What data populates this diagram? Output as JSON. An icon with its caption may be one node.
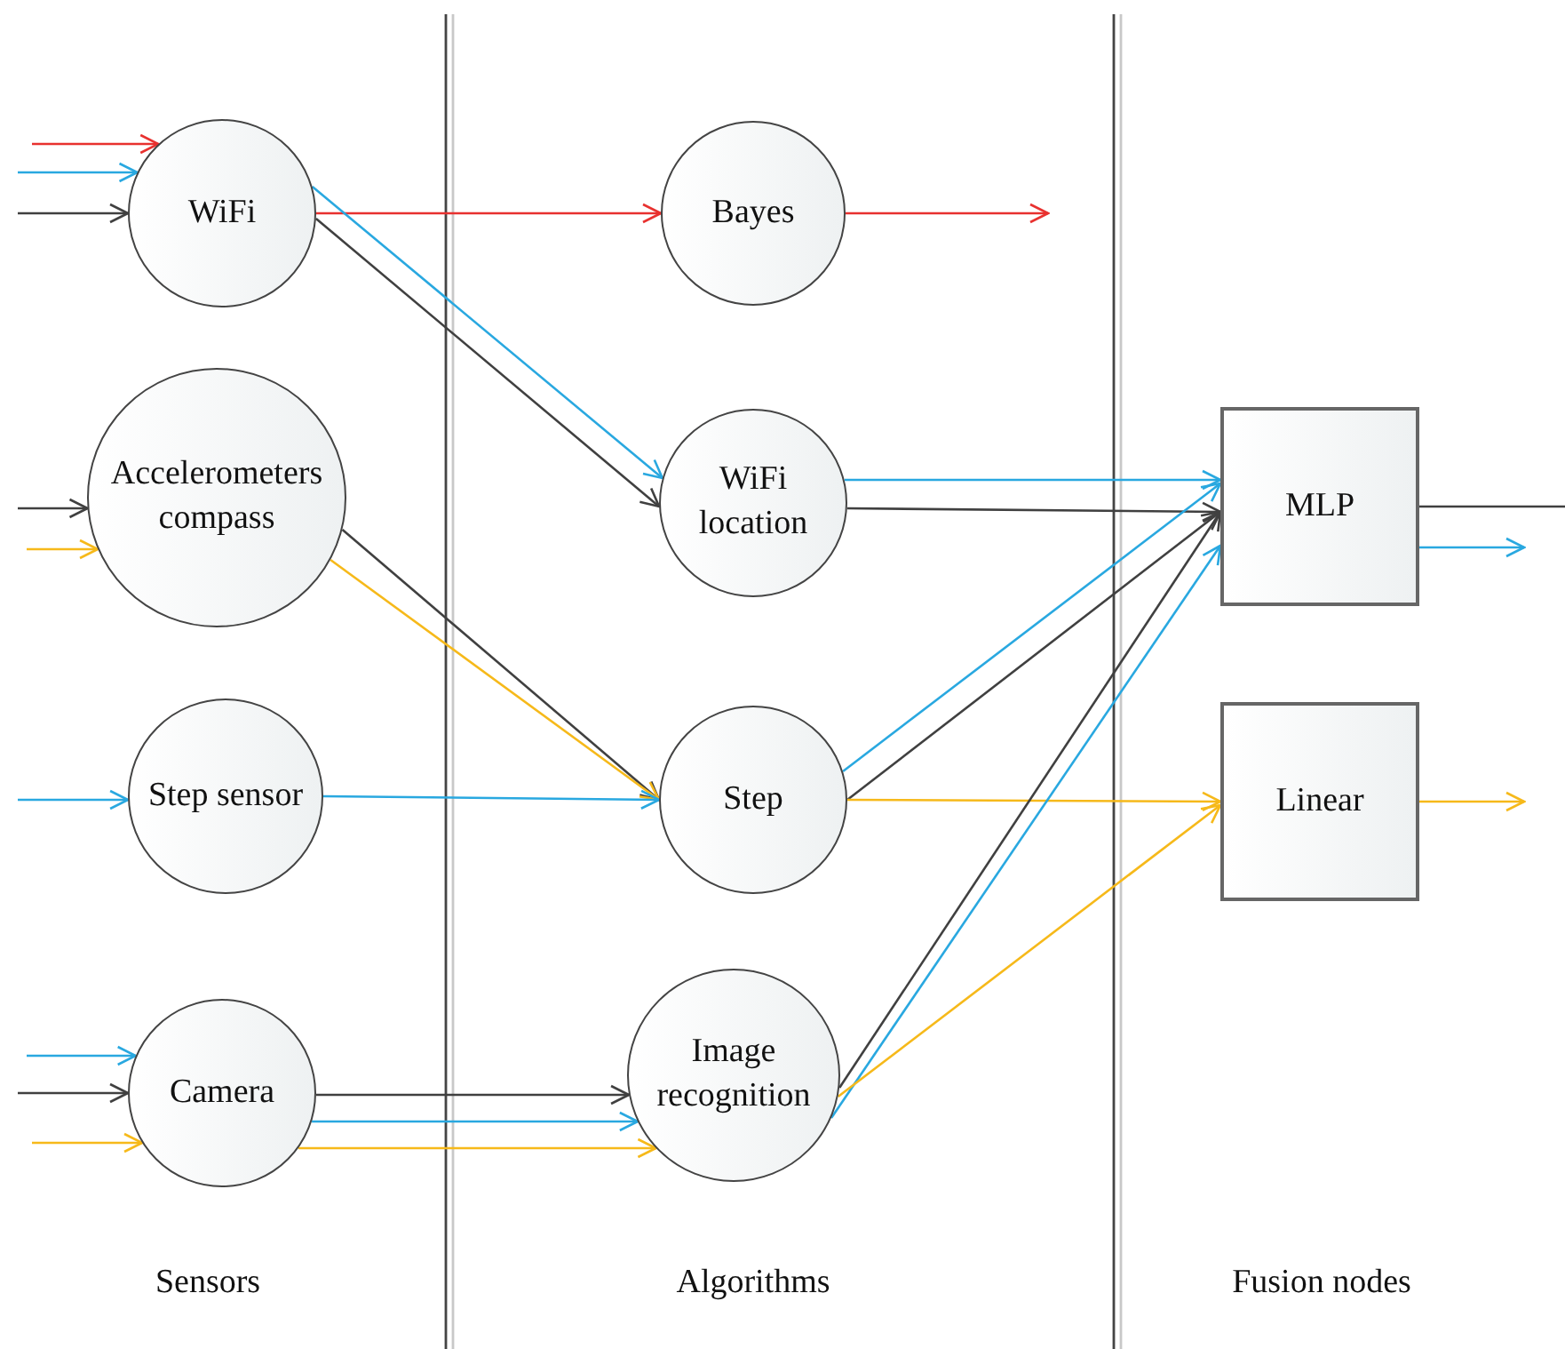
{
  "diagram": {
    "nodes": [
      {
        "text": [
          "WiFi"
        ]
      },
      {
        "text": [
          "Accelerometers compass"
        ]
      },
      {
        "text": [
          "Step sensor"
        ]
      },
      {
        "text": [
          "Camera"
        ]
      },
      {
        "text": [
          "Bayes"
        ]
      },
      {
        "text": [
          "WiFi location"
        ]
      },
      {
        "text": [
          "Step"
        ]
      },
      {
        "text": [
          "Image recognition"
        ]
      },
      {
        "text": [
          "MLP"
        ]
      },
      {
        "text": [
          "Linear"
        ]
      }
    ],
    "edges": [
      {
        "from": null,
        "to": 0,
        "arrow": "to",
        "color": "#e8312f"
      },
      {
        "from": null,
        "to": 0,
        "arrow": "to",
        "color": "#29a8e0"
      },
      {
        "from": null,
        "to": 0,
        "arrow": "to",
        "color": "#404040"
      },
      {
        "from": null,
        "to": 1,
        "arrow": "to",
        "color": "#404040"
      },
      {
        "from": null,
        "to": 1,
        "arrow": "to",
        "color": "#f6b91a"
      },
      {
        "from": null,
        "to": 2,
        "arrow": "to",
        "color": "#29a8e0"
      },
      {
        "from": null,
        "to": 3,
        "arrow": "to",
        "color": "#29a8e0"
      },
      {
        "from": null,
        "to": 3,
        "arrow": "to",
        "color": "#404040"
      },
      {
        "from": null,
        "to": 3,
        "arrow": "to",
        "color": "#f6b91a"
      },
      {
        "from": 0,
        "to": 4,
        "arrow": "to",
        "color": "#e8312f"
      },
      {
        "from": 0,
        "to": 5,
        "arrow": "to",
        "color": "#29a8e0"
      },
      {
        "from": 0,
        "to": 5,
        "arrow": "to",
        "color": "#404040"
      },
      {
        "from": 1,
        "to": 6,
        "arrow": "to",
        "color": "#404040"
      },
      {
        "from": 1,
        "to": 6,
        "arrow": "to",
        "color": "#f6b91a"
      },
      {
        "from": 2,
        "to": 6,
        "arrow": "to",
        "color": "#29a8e0"
      },
      {
        "from": 3,
        "to": 7,
        "arrow": "to",
        "color": "#404040"
      },
      {
        "from": 3,
        "to": 7,
        "arrow": "to",
        "color": "#29a8e0"
      },
      {
        "from": 3,
        "to": 7,
        "arrow": "to",
        "color": "#f6b91a"
      },
      {
        "from": 4,
        "to": null,
        "arrow": "to",
        "color": "#e8312f"
      },
      {
        "from": 5,
        "to": 8,
        "arrow": "to",
        "color": "#29a8e0"
      },
      {
        "from": 5,
        "to": 8,
        "arrow": "to",
        "color": "#404040"
      },
      {
        "from": 6,
        "to": 8,
        "arrow": "to",
        "color": "#29a8e0"
      },
      {
        "from": 6,
        "to": 8,
        "arrow": "to",
        "color": "#404040"
      },
      {
        "from": 6,
        "to": 9,
        "arrow": "to",
        "color": "#f6b91a"
      },
      {
        "from": 7,
        "to": 8,
        "arrow": "to",
        "color": "#404040"
      },
      {
        "from": 7,
        "to": 8,
        "arrow": "to",
        "color": "#29a8e0"
      },
      {
        "from": 7,
        "to": 9,
        "arrow": "to",
        "color": "#f6b91a"
      },
      {
        "from": 8,
        "to": null,
        "arrow": "none",
        "color": "#404040"
      },
      {
        "from": 8,
        "to": null,
        "arrow": "to",
        "color": "#29a8e0"
      },
      {
        "from": 9,
        "to": null,
        "arrow": "to",
        "color": "#f6b91a"
      }
    ],
    "labels": [
      "Sensors",
      "Algorithms",
      "Fusion nodes"
    ]
  }
}
